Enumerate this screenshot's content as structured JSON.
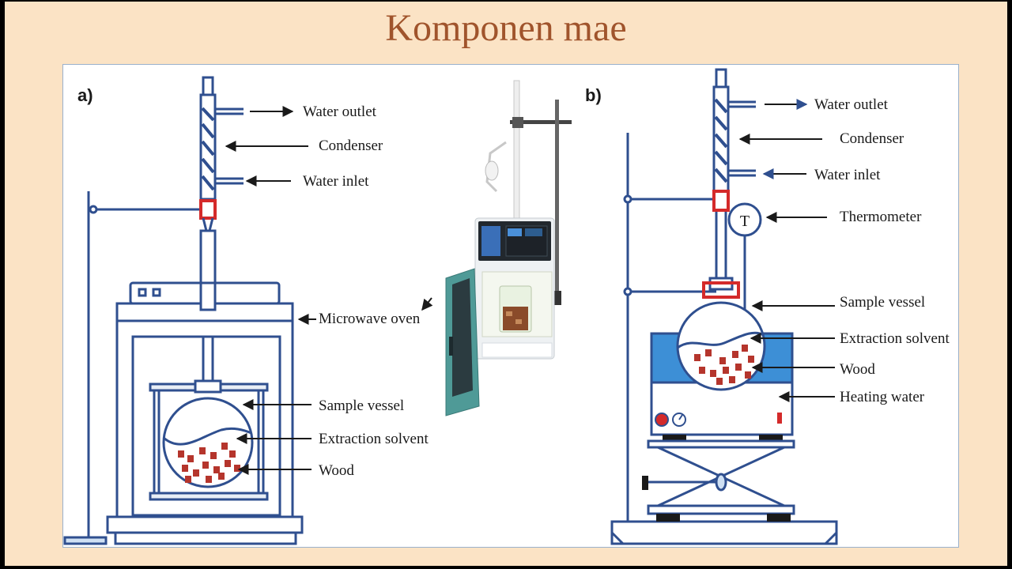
{
  "slide": {
    "title": "Komponen mae"
  },
  "figure": {
    "panel_a": {
      "tag": "a)",
      "labels": {
        "water_outlet": "Water outlet",
        "condenser": "Condenser",
        "water_inlet": "Water inlet",
        "microwave_oven": "Microwave oven",
        "sample_vessel": "Sample vessel",
        "extraction_solvent": "Extraction solvent",
        "wood": "Wood"
      }
    },
    "panel_b": {
      "tag": "b)",
      "labels": {
        "water_outlet": "Water outlet",
        "condenser": "Condenser",
        "water_inlet": "Water inlet",
        "thermometer": "Thermometer",
        "thermometer_symbol": "T",
        "sample_vessel": "Sample vessel",
        "extraction_solvent": "Extraction solvent",
        "wood": "Wood",
        "heating_water": "Heating water"
      }
    },
    "colors": {
      "line": "#2f4f8f",
      "clamp": "#d42a2a",
      "wood": "#b5352c",
      "water_bath": "#3d8fd6",
      "arrow": "#1a1a1a"
    }
  }
}
